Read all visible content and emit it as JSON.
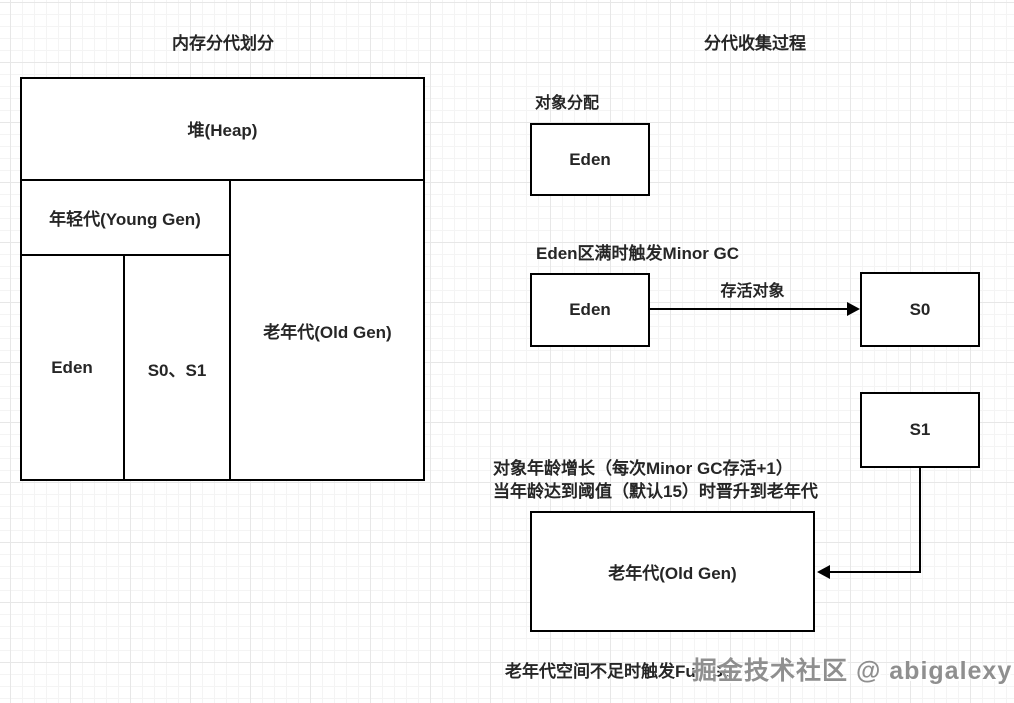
{
  "left_panel": {
    "title": "内存分代划分",
    "heap_label": "堆(Heap)",
    "young_gen_label": "年轻代(Young Gen)",
    "old_gen_label": "老年代(Old Gen)",
    "eden_label": "Eden",
    "survivor_label": "S0、S1"
  },
  "right_panel": {
    "title": "分代收集过程",
    "step1_caption": "对象分配",
    "step1_eden_label": "Eden",
    "step2_caption": "Eden区满时触发Minor GC",
    "step2_eden_label": "Eden",
    "arrow_label": "存活对象",
    "s0_label": "S0",
    "s1_label": "S1",
    "promotion_line1": "对象年龄增长（每次Minor GC存活+1）",
    "promotion_line2": "当年龄达到阈值（默认15）时晋升到老年代",
    "old_gen_label": "老年代(Old Gen)",
    "bottom_caption": "老年代空间不足时触发Full GC"
  },
  "watermark": "掘金技术社区 @ abigalexy",
  "colors": {
    "line": "#000000",
    "text": "#262626",
    "watermark": "#8f8f8f",
    "grid_minor": "#f4f4f4",
    "grid_major": "#e7e7e7",
    "shape_fill": "#ffffff"
  }
}
